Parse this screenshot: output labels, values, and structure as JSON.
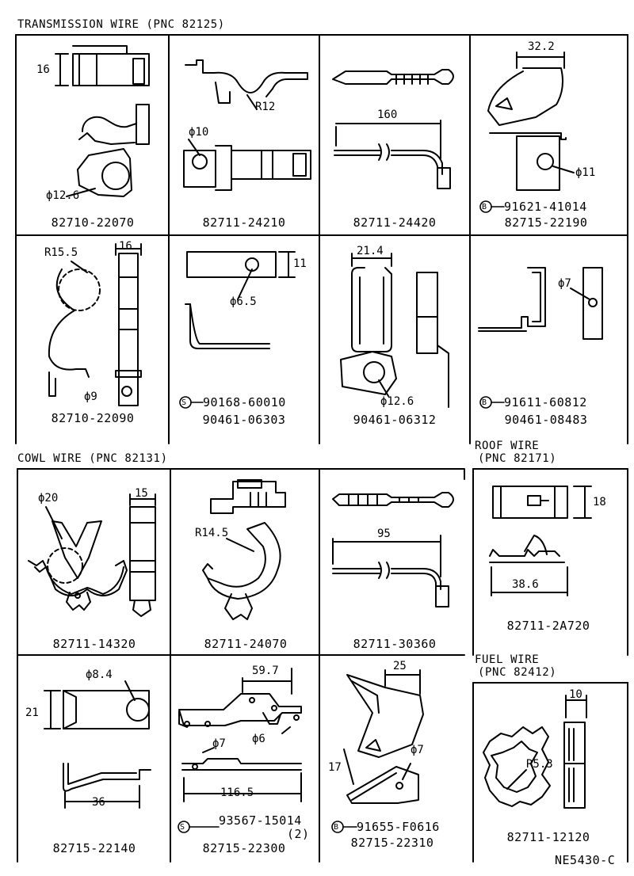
{
  "sections": {
    "transmission": "TRANSMISSION WIRE (PNC 82125)",
    "cowl": "COWL WIRE (PNC 82131)",
    "roof_1": "ROOF WIRE",
    "roof_2": "(PNC 82171)",
    "fuel_1": "FUEL WIRE",
    "fuel_2": "(PNC 82412)"
  },
  "cells": [
    {
      "part": "82710-22070",
      "dims": [
        "16",
        "ϕ12.6"
      ]
    },
    {
      "part": "82711-24210",
      "dims": [
        "R12",
        "ϕ10"
      ]
    },
    {
      "part": "82711-24420",
      "dims": [
        "160"
      ]
    },
    {
      "part": "82715-22190",
      "dims": [
        "32.2",
        "ϕ11"
      ],
      "bolt": "91621-41014",
      "bolt_mark": "B"
    },
    {
      "part": "82710-22090",
      "dims": [
        "R15.5",
        "16",
        "ϕ9"
      ]
    },
    {
      "part": "90461-06303",
      "dims": [
        "11",
        "ϕ6.5"
      ],
      "bolt": "90168-60010",
      "bolt_mark": "S"
    },
    {
      "part": "90461-06312",
      "dims": [
        "21.4",
        "ϕ12.6"
      ]
    },
    {
      "part": "90461-08483",
      "dims": [
        "ϕ7"
      ],
      "bolt": "91611-60812",
      "bolt_mark": "B"
    },
    {
      "part": "82711-14320",
      "dims": [
        "ϕ20",
        "15"
      ]
    },
    {
      "part": "82711-24070",
      "dims": [
        "R14.5"
      ]
    },
    {
      "part": "82711-30360",
      "dims": [
        "95"
      ]
    },
    {
      "part": "82711-2A720",
      "dims": [
        "18",
        "38.6"
      ]
    },
    {
      "part": "82715-22140",
      "dims": [
        "ϕ8.4",
        "21",
        "36"
      ]
    },
    {
      "part": "82715-22300",
      "dims": [
        "59.7",
        "ϕ7",
        "ϕ6",
        "116.5"
      ],
      "bolt": "93567-15014",
      "bolt_mark": "S",
      "bolt_qty": "(2)"
    },
    {
      "part": "82715-22310",
      "dims": [
        "25",
        "17",
        "ϕ7"
      ],
      "bolt": "91655-F0616",
      "bolt_mark": "B"
    },
    {
      "part": "82711-12120",
      "dims": [
        "10",
        "R5.3"
      ]
    }
  ],
  "drawing_id": "NE5430-C"
}
